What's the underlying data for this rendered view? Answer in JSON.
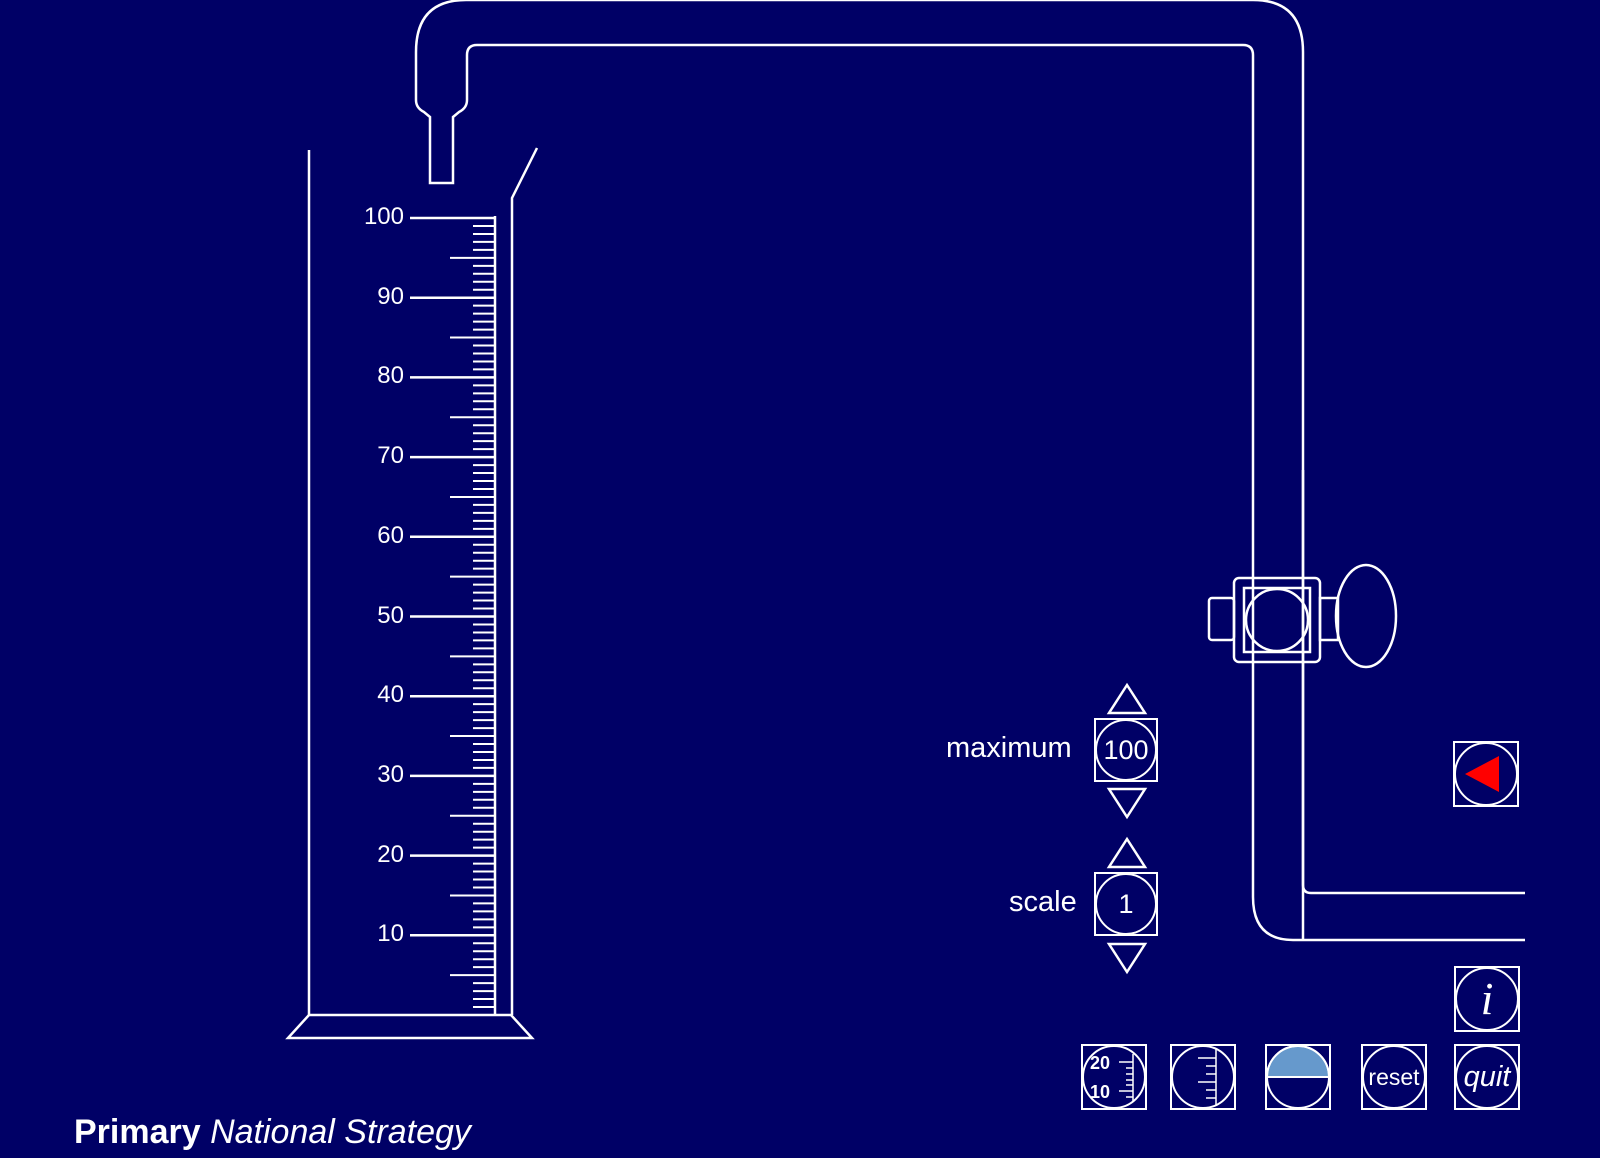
{
  "cylinder": {
    "ticks": [
      "100",
      "90",
      "80",
      "70",
      "60",
      "50",
      "40",
      "30",
      "20",
      "10"
    ]
  },
  "maximum": {
    "label": "maximum",
    "value": "100"
  },
  "scale": {
    "label": "scale",
    "value": "1"
  },
  "toolbar": {
    "numbered_scale_top": "20",
    "numbered_scale_bottom": "10",
    "reset_label": "reset",
    "quit_label": "quit",
    "info_label": "i"
  },
  "brand": {
    "bold": "Primary",
    "italic": "National Strategy"
  },
  "colors": {
    "background": "#000066",
    "lines": "#ffffff",
    "play_arrow": "#ff0000",
    "liquid_swatch": "#6699cc"
  }
}
